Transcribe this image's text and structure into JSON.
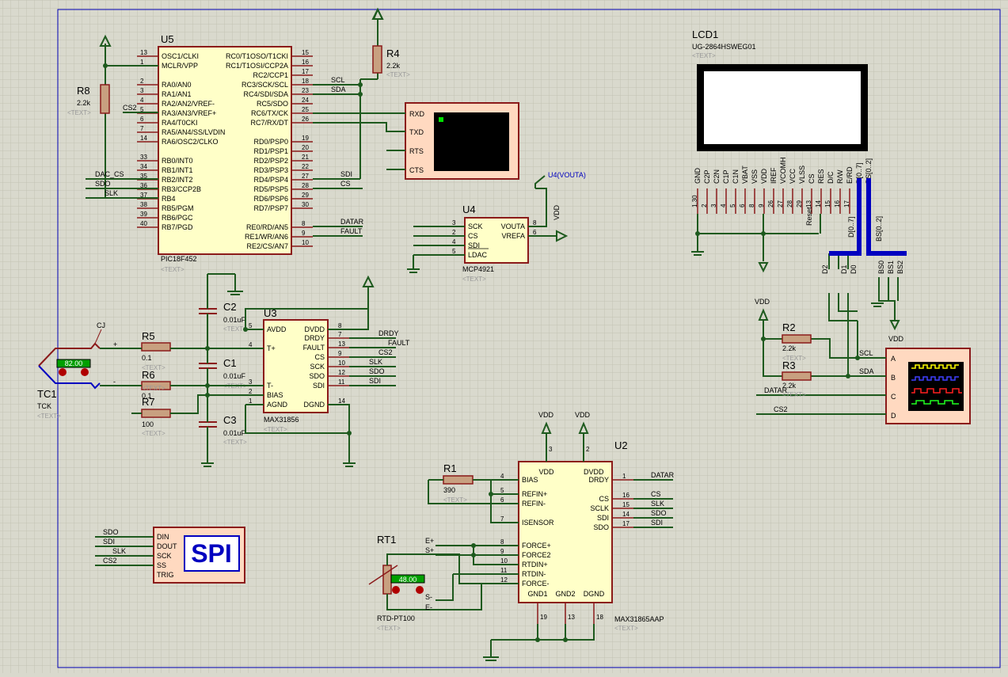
{
  "u5": {
    "ref": "U5",
    "part": "PIC18F452",
    "text": "<TEXT>",
    "left_pins": [
      {
        "n": "13",
        "name": "OSC1/CLKI"
      },
      {
        "n": "1",
        "name": "MCLR/VPP"
      },
      {
        "n": "2",
        "name": "RA0/AN0"
      },
      {
        "n": "3",
        "name": "RA1/AN1"
      },
      {
        "n": "4",
        "name": "RA2/AN2/VREF-"
      },
      {
        "n": "5",
        "name": "RA3/AN3/VREF+"
      },
      {
        "n": "6",
        "name": "RA4/T0CKI"
      },
      {
        "n": "7",
        "name": "RA5/AN4/SS/LVDIN"
      },
      {
        "n": "14",
        "name": "RA6/OSC2/CLKO"
      },
      {
        "n": "33",
        "name": "RB0/INT0"
      },
      {
        "n": "34",
        "name": "RB1/INT1"
      },
      {
        "n": "35",
        "name": "RB2/INT2"
      },
      {
        "n": "36",
        "name": "RB3/CCP2B"
      },
      {
        "n": "37",
        "name": "RB4"
      },
      {
        "n": "38",
        "name": "RB5/PGM"
      },
      {
        "n": "39",
        "name": "RB6/PGC"
      },
      {
        "n": "40",
        "name": "RB7/PGD"
      }
    ],
    "right_pins": [
      {
        "n": "15",
        "name": "RC0/T1OSO/T1CKI"
      },
      {
        "n": "16",
        "name": "RC1/T1OSI/CCP2A"
      },
      {
        "n": "17",
        "name": "RC2/CCP1"
      },
      {
        "n": "18",
        "name": "RC3/SCK/SCL"
      },
      {
        "n": "23",
        "name": "RC4/SDI/SDA"
      },
      {
        "n": "24",
        "name": "RC5/SDO"
      },
      {
        "n": "25",
        "name": "RC6/TX/CK"
      },
      {
        "n": "26",
        "name": "RC7/RX/DT"
      },
      {
        "n": "19",
        "name": "RD0/PSP0"
      },
      {
        "n": "20",
        "name": "RD1/PSP1"
      },
      {
        "n": "21",
        "name": "RD2/PSP2"
      },
      {
        "n": "22",
        "name": "RD3/PSP3"
      },
      {
        "n": "27",
        "name": "RD4/PSP4"
      },
      {
        "n": "28",
        "name": "RD5/PSP5"
      },
      {
        "n": "29",
        "name": "RD6/PSP6"
      },
      {
        "n": "30",
        "name": "RD7/PSP7"
      },
      {
        "n": "8",
        "name": "RE0/RD/AN5"
      },
      {
        "n": "9",
        "name": "RE1/WR/AN6"
      },
      {
        "n": "10",
        "name": "RE2/CS/AN7"
      }
    ],
    "nets": {
      "scl": "SCL",
      "sda": "SDA",
      "sdi": "SDI",
      "cs": "CS",
      "datar": "DATAR",
      "fault": "FAULT",
      "cs2": "CS2",
      "dac_cs": "DAC_CS",
      "sdo": "SDO",
      "slk": "SLK"
    }
  },
  "r8": {
    "ref": "R8",
    "value": "2.2k",
    "text": "<TEXT>"
  },
  "r4": {
    "ref": "R4",
    "value": "2.2k",
    "text": "<TEXT>"
  },
  "terminal": {
    "pins": [
      "RXD",
      "TXD",
      "RTS",
      "CTS"
    ]
  },
  "u4": {
    "ref": "U4",
    "part": "MCP4921",
    "text": "<TEXT>",
    "probe": "U4(VOUTA)",
    "vdd": "VDD",
    "left_pins": [
      {
        "n": "3",
        "name": "SCK",
        "net": "SLK"
      },
      {
        "n": "2",
        "name": "CS",
        "net": "DAC_CS"
      },
      {
        "n": "4",
        "name": "SDI",
        "net": "SDO"
      },
      {
        "n": "5",
        "name": "LDAC",
        "net": ""
      }
    ],
    "right_pins": [
      {
        "n": "8",
        "name": "VOUTA"
      },
      {
        "n": "6",
        "name": "VREFA"
      }
    ]
  },
  "lcd1": {
    "ref": "LCD1",
    "part": "UG-2864HSWEG01",
    "text": "<TEXT>",
    "pins": [
      {
        "name": "GND",
        "n": "1,30"
      },
      {
        "name": "C2P",
        "n": "2"
      },
      {
        "name": "C2N",
        "n": "3"
      },
      {
        "name": "C1P",
        "n": "4"
      },
      {
        "name": "C1N",
        "n": "5"
      },
      {
        "name": "VBAT",
        "n": "6"
      },
      {
        "name": "VSS",
        "n": "8"
      },
      {
        "name": "VDD",
        "n": "9"
      },
      {
        "name": "IREF",
        "n": "26"
      },
      {
        "name": "VCOMH",
        "n": "27"
      },
      {
        "name": "VCC",
        "n": "28"
      },
      {
        "name": "VLSS",
        "n": "29"
      },
      {
        "name": "CS",
        "n": "13"
      },
      {
        "name": "RES",
        "n": "14"
      },
      {
        "name": "D/C",
        "n": "15"
      },
      {
        "name": "R/W",
        "n": "16"
      },
      {
        "name": "E/RD",
        "n": "17"
      },
      {
        "name": "D[0..7]",
        "n": ""
      },
      {
        "name": "BS[0..2]",
        "n": ""
      }
    ],
    "reset": "Reset",
    "bus_d": "D[0..7]",
    "bus_bs": "BS[0..2]",
    "d_taps": [
      "D2",
      "D1",
      "D0"
    ],
    "bs_taps": [
      "BS0",
      "BS1",
      "BS2"
    ]
  },
  "r2": {
    "ref": "R2",
    "value": "2.2k",
    "text": "<TEXT>"
  },
  "r3": {
    "ref": "R3",
    "value": "2.2k",
    "text": "<TEXT>"
  },
  "scope": {
    "pins": [
      "A",
      "B",
      "C",
      "D"
    ],
    "vdd_left": "VDD",
    "vdd_right": "VDD",
    "nets": {
      "scl": "SCL",
      "sda": "SDA",
      "datar": "DATAR",
      "cs2": "CS2"
    }
  },
  "u3": {
    "ref": "U3",
    "part": "MAX31856",
    "text": "<TEXT>",
    "left_pins": [
      {
        "n": "5",
        "name": "AVDD"
      },
      {
        "n": "4",
        "name": "T+"
      },
      {
        "n": "3",
        "name": "T-"
      },
      {
        "n": "2",
        "name": "BIAS"
      },
      {
        "n": "1",
        "name": "AGND"
      }
    ],
    "right_pins": [
      {
        "n": "8",
        "name": "DVDD"
      },
      {
        "n": "7",
        "name": "DRDY"
      },
      {
        "n": "13",
        "name": "FAULT"
      },
      {
        "n": "9",
        "name": "CS"
      },
      {
        "n": "10",
        "name": "SCK"
      },
      {
        "n": "12",
        "name": "SDO"
      },
      {
        "n": "11",
        "name": "SDI"
      },
      {
        "n": "14",
        "name": "DGND"
      }
    ],
    "nets": [
      "DRDY",
      "FAULT",
      "CS2",
      "SLK",
      "SDO",
      "SDI"
    ]
  },
  "c2": {
    "ref": "C2",
    "value": "0.01uF",
    "text": "<TEXT>"
  },
  "c1": {
    "ref": "C1",
    "value": "0.01uF",
    "text": "<TEXT>"
  },
  "c3": {
    "ref": "C3",
    "value": "0.01uF",
    "text": "<TEXT>"
  },
  "r5": {
    "ref": "R5",
    "value": "0.1",
    "text": "<TEXT>"
  },
  "r6": {
    "ref": "R6",
    "value": "0.1",
    "text": "<TEXT>"
  },
  "r7": {
    "ref": "R7",
    "value": "100",
    "text": "<TEXT>"
  },
  "tc1": {
    "ref": "TC1",
    "part": "TCK",
    "text": "<TEXT>",
    "reading": "82.00",
    "cj": "CJ",
    "plus": "+",
    "minus": "-"
  },
  "spi": {
    "label": "SPI",
    "pins": [
      "DIN",
      "DOUT",
      "SCK",
      "SS",
      "TRIG"
    ],
    "nets": [
      "SDO",
      "SDI",
      "SLK",
      "CS2"
    ]
  },
  "u2": {
    "ref": "U2",
    "part": "MAX31865AAP",
    "text": "<TEXT>",
    "top_pins": [
      {
        "n": "3",
        "name": "VDD",
        "supply": "VDD"
      },
      {
        "n": "2",
        "name": "DVDD",
        "supply": "VDD"
      }
    ],
    "left_pins": [
      {
        "n": "4",
        "name": "BIAS"
      },
      {
        "n": "5",
        "name": "REFIN+"
      },
      {
        "n": "6",
        "name": "REFIN-"
      },
      {
        "n": "7",
        "name": "ISENSOR"
      },
      {
        "n": "8",
        "name": "FORCE+"
      },
      {
        "n": "9",
        "name": "FORCE2"
      },
      {
        "n": "10",
        "name": "RTDIN+"
      },
      {
        "n": "11",
        "name": "RTDIN-"
      },
      {
        "n": "12",
        "name": "FORCE-"
      }
    ],
    "right_pins": [
      {
        "n": "1",
        "name": "DRDY",
        "net": "DATAR"
      },
      {
        "n": "16",
        "name": "CS",
        "net": "CS"
      },
      {
        "n": "15",
        "name": "SCLK",
        "net": "SLK"
      },
      {
        "n": "14",
        "name": "SDI",
        "net": "SDO"
      },
      {
        "n": "17",
        "name": "SDO",
        "net": "SDI"
      }
    ],
    "bottom_pins": [
      {
        "n": "19",
        "name": "GND1"
      },
      {
        "n": "13",
        "name": "GND2"
      },
      {
        "n": "18",
        "name": "DGND"
      }
    ]
  },
  "r1": {
    "ref": "R1",
    "value": "390",
    "text": "<TEXT>"
  },
  "rt1": {
    "ref": "RT1",
    "part": "RTD-PT100",
    "text": "<TEXT>",
    "reading": "48.00",
    "terms": [
      "E+",
      "S+",
      "S-",
      "E-"
    ]
  }
}
